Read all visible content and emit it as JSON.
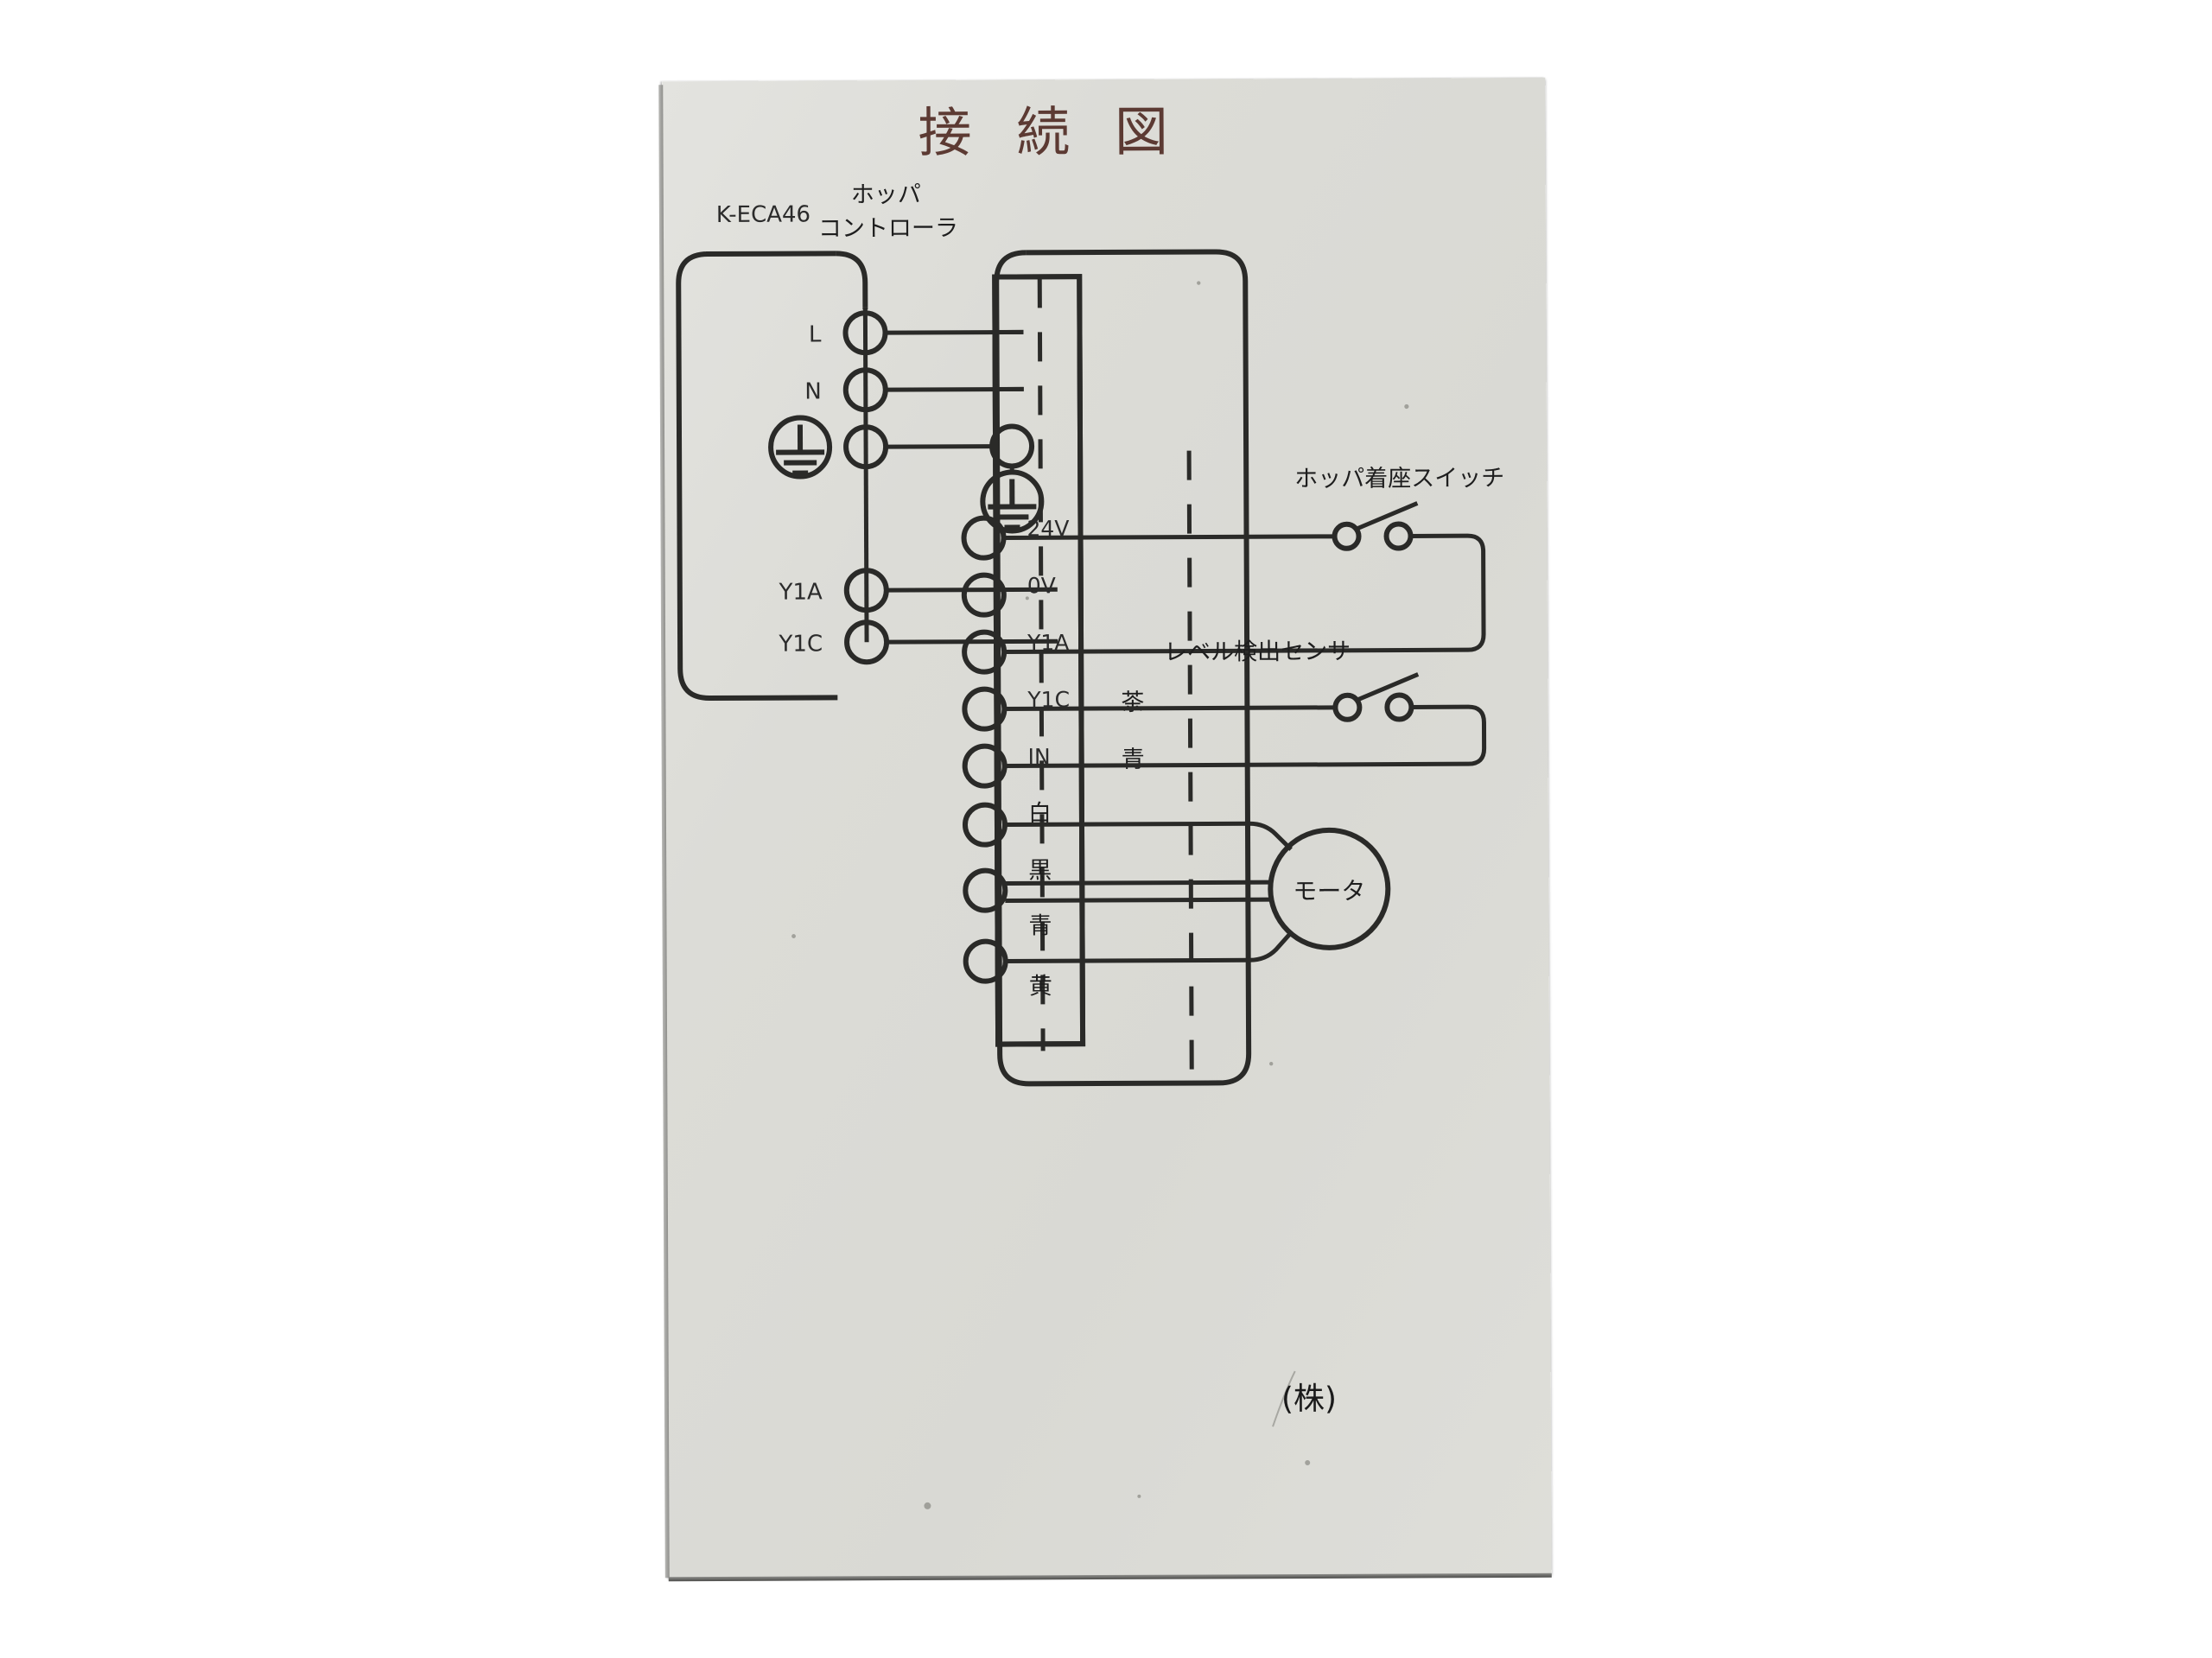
{
  "plate": {
    "title": "接 続 図",
    "title_plain": "接続図",
    "corporate_mark": "(株)",
    "background_color": "#dcdcd7",
    "ink_color": "#2a2a28",
    "title_color": "#5c3a33"
  },
  "left_unit": {
    "name": "K-ECA46",
    "terminals": [
      {
        "label": "L"
      },
      {
        "label": "N"
      },
      {
        "label": "ground-symbol"
      },
      {
        "label": "Y1A"
      },
      {
        "label": "Y1C"
      }
    ]
  },
  "controller": {
    "name_line1": "ホッパ",
    "name_line2": "コントローラ",
    "ground_symbol": "earth-icon",
    "terminal_block": {
      "rows": [
        {
          "label": "24V",
          "wire_color": ""
        },
        {
          "label": "0V",
          "wire_color": ""
        },
        {
          "label": "Y1A",
          "wire_color": ""
        },
        {
          "label": "Y1C",
          "wire_color": "茶"
        },
        {
          "label": "IN",
          "wire_color": "青"
        },
        {
          "label": "",
          "wire_color": "白"
        },
        {
          "label": "",
          "wire_color": "黒"
        },
        {
          "label": "",
          "wire_color": "青"
        },
        {
          "label": "",
          "wire_color": "黄"
        }
      ]
    }
  },
  "devices": [
    {
      "id": "hopper-seat-switch",
      "label": "ホッパ着座スイッチ",
      "type": "switch"
    },
    {
      "id": "level-detect-sensor",
      "label": "レベル検出センサ",
      "type": "switch"
    },
    {
      "id": "motor",
      "label": "モータ",
      "type": "motor"
    }
  ]
}
